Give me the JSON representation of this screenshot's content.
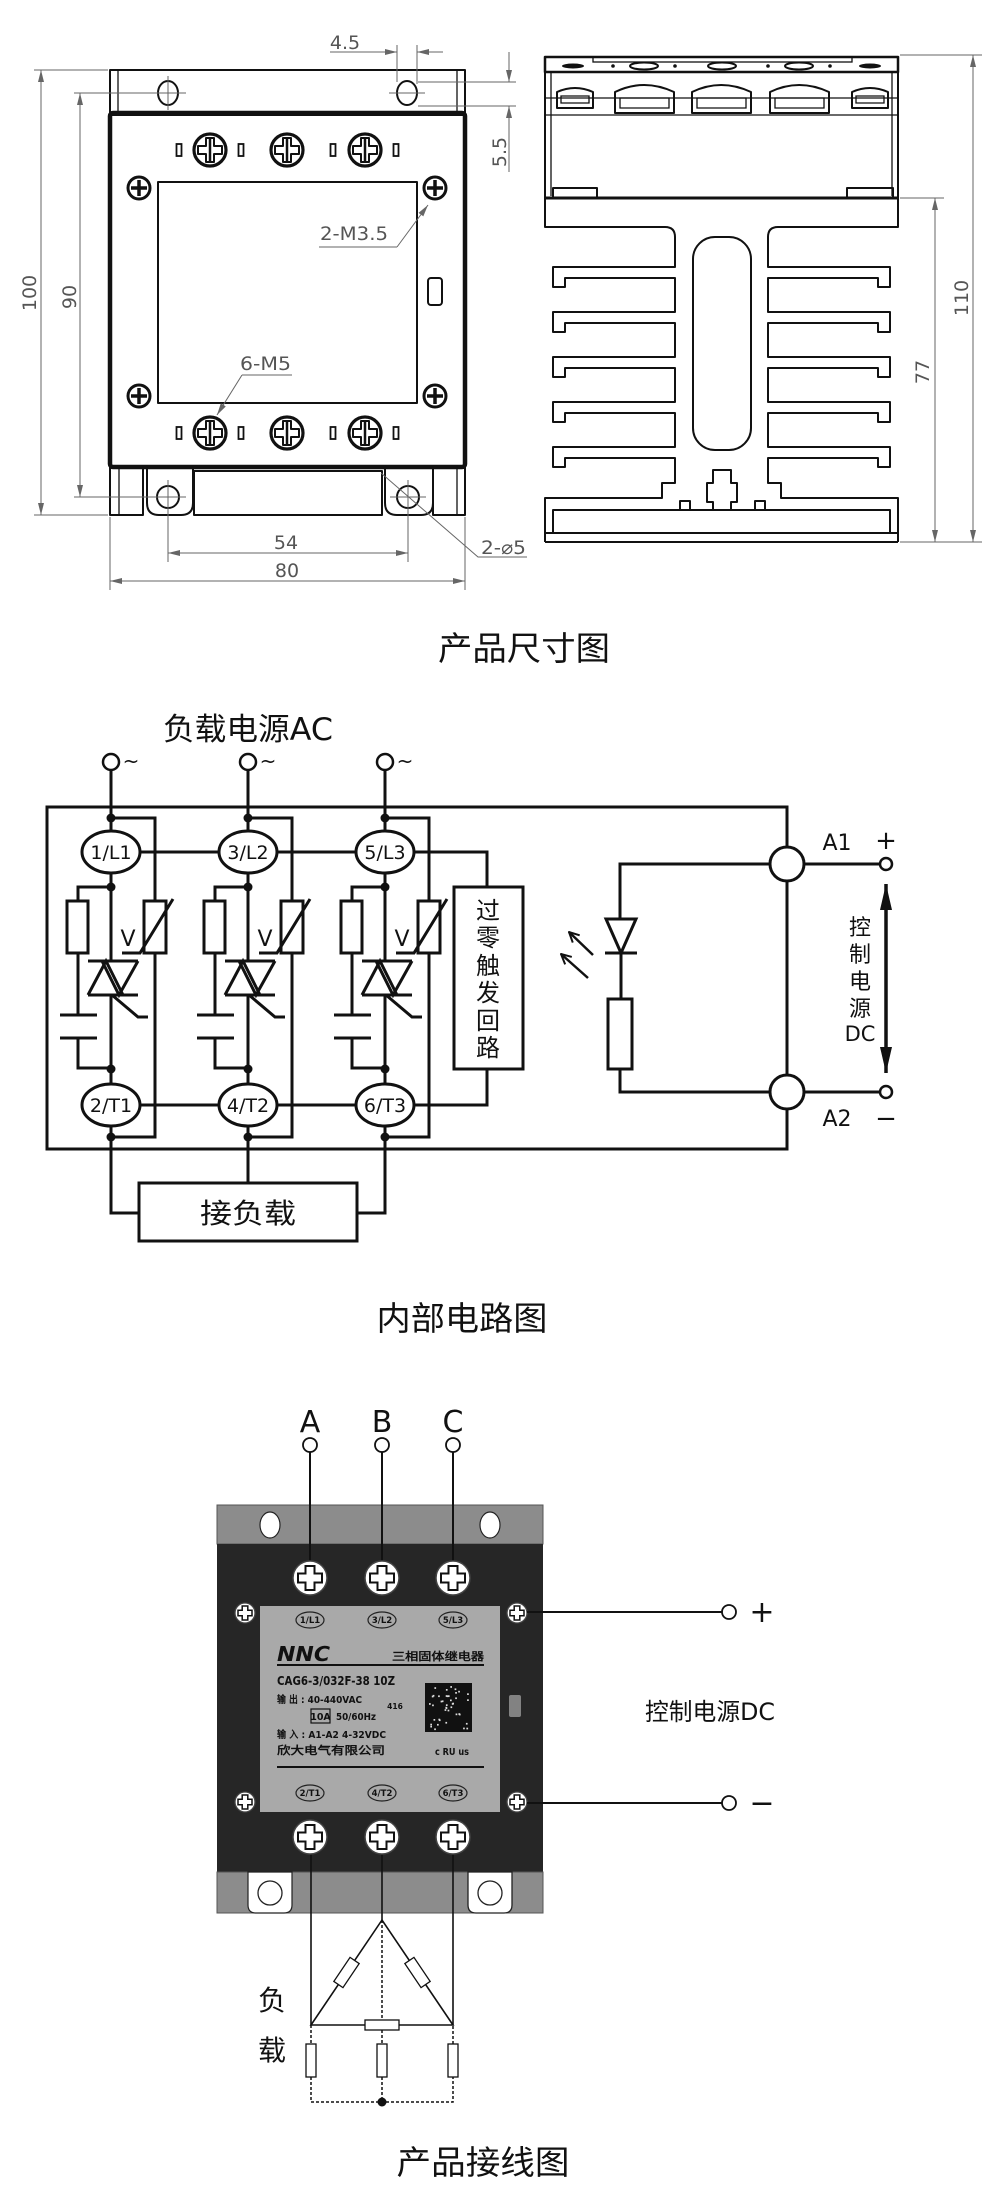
{
  "dimension_drawing": {
    "caption": "产品尺寸图",
    "front_view": {
      "hole_width_dim": "4.5",
      "overall_height_dim": "100",
      "mount_hole_vertical_pitch_dim": "90",
      "side_screw_note": "2-M3.5",
      "terminal_screw_note": "6-M5",
      "mount_hole_horizontal_pitch_dim": "54",
      "overall_width_dim": "80",
      "mount_hole_note": "2-⌀5",
      "top_offset_dim": "5.5"
    },
    "side_view": {
      "overall_height_dim": "110",
      "heatsink_height_dim": "77"
    }
  },
  "circuit_diagram": {
    "caption": "内部电路图",
    "load_supply_label": "负载电源AC",
    "ac_symbol": "~",
    "input_terminals": [
      "1/L1",
      "3/L2",
      "5/L3"
    ],
    "output_terminals": [
      "2/T1",
      "4/T2",
      "6/T3"
    ],
    "varistor_label": "V",
    "zero_cross_trigger_chars": [
      "过",
      "零",
      "触",
      "发",
      "回",
      "路"
    ],
    "load_box_label": "接负载",
    "control_input": {
      "a1_label": "A1",
      "a2_label": "A2",
      "plus_symbol": "+",
      "minus_symbol": "−",
      "supply_label_chars": [
        "控",
        "制",
        "电",
        "源",
        "DC"
      ]
    }
  },
  "wiring_diagram": {
    "caption": "产品接线图",
    "phase_labels": [
      "A",
      "B",
      "C"
    ],
    "control_supply_label": "控制电源DC",
    "plus_symbol": "+",
    "minus_symbol": "−",
    "load_label_chars": [
      "负",
      "载"
    ],
    "product_label": {
      "input_tags": [
        "1/L1",
        "3/L2",
        "5/L3"
      ],
      "output_tags": [
        "2/T1",
        "4/T2",
        "6/T3"
      ],
      "brand": "NNC",
      "product_name": "三相固体继电器",
      "model": "CAG6-3/032F-38 10Z",
      "output_spec": "输 出 : 40-440VAC",
      "current_rating": "10A",
      "frequency": "50/60Hz",
      "code": "416",
      "input_spec": "输 入 : A1-A2  4-32VDC",
      "manufacturer": "欣大电气有限公司",
      "certification_mark": "c RU us"
    }
  },
  "colors": {
    "line": "#111111",
    "dimension": "#666666",
    "relay_body": "#262626",
    "mounting_bar": "#8c8c8c",
    "label_panel": "#a9a9a9"
  }
}
